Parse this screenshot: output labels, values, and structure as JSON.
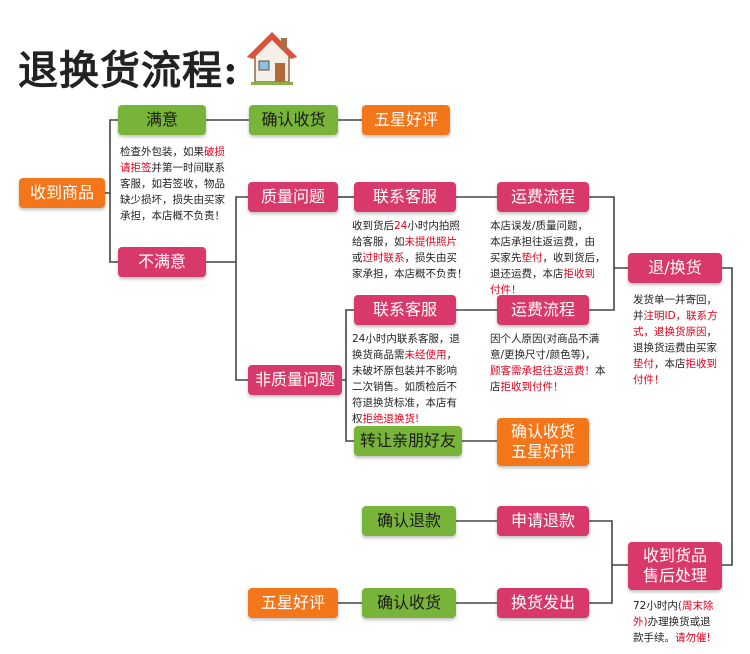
{
  "title": "退换货流程:",
  "colors": {
    "green": "#79b43a",
    "orange": "#f3761b",
    "red": "#d8386a",
    "line": "#444444",
    "highlight": "#e0001b"
  },
  "icons": {
    "title_icon": "house-icon"
  },
  "boxes": {
    "received": "收到商品",
    "satisfied": "满意",
    "unsatisfied": "不满意",
    "confirm_receipt_top": "确认收货",
    "five_star_top": "五星好评",
    "quality_issue": "质量问题",
    "contact_cs_1": "联系客服",
    "shipping_flow_1": "运费流程",
    "non_quality_issue": "非质量问题",
    "contact_cs_2": "联系客服",
    "shipping_flow_2": "运费流程",
    "transfer_friends": "转让亲朋好友",
    "confirm_five_star_line1": "确认收货",
    "confirm_five_star_line2": "五星好评",
    "return_exchange": "退/换货",
    "received_after_sale_line1": "收到货品",
    "received_after_sale_line2": "售后处理",
    "confirm_refund": "确认退款",
    "apply_refund": "申请退款",
    "five_star_bottom": "五星好评",
    "confirm_receipt_bottom": "确认收货",
    "exchange_shipped": "换货发出"
  },
  "notes": {
    "inspect": [
      {
        "t": "检查外包装，如果"
      },
      {
        "t": "破损",
        "h": true
      },
      {
        "t": "\n"
      },
      {
        "t": "请拒签",
        "h": true
      },
      {
        "t": "并第一时间联系\n客服，如若签收，物品\n缺少损坏，损失由买家\n承担，本店概不负责！"
      }
    ],
    "quality_cs": [
      {
        "t": "收到货后"
      },
      {
        "t": "24",
        "h": true
      },
      {
        "t": "小时内拍照\n给客服，如"
      },
      {
        "t": "未提供照片",
        "h": true
      },
      {
        "t": "\n或"
      },
      {
        "t": "过时联系",
        "h": true
      },
      {
        "t": "，损失由买\n家承担，本店概不负责！"
      }
    ],
    "quality_ship": [
      {
        "t": "本店误发/质量问题，\n本店承担往返运费，由\n买家先"
      },
      {
        "t": "垫付",
        "h": true
      },
      {
        "t": "，收到货后，\n退还运费，本店"
      },
      {
        "t": "拒收到\n付件！",
        "h": true
      }
    ],
    "nonquality_cs": [
      {
        "t": "24小时内联系客服，退\n换货商品需"
      },
      {
        "t": "未经使用",
        "h": true
      },
      {
        "t": "，\n未破坏原包装并不影响\n二次销售。如质检后不\n符退换货标准，本店有\n权"
      },
      {
        "t": "拒绝退换货!",
        "h": true
      }
    ],
    "nonquality_ship": [
      {
        "t": "因个人原因(对商品不满\n意/更换尺寸/颜色等)，\n"
      },
      {
        "t": "顾客需承担往返运费！",
        "h": true
      },
      {
        "t": "本\n店"
      },
      {
        "t": "拒收到付件！",
        "h": true
      }
    ],
    "return_note": [
      {
        "t": "发货单一并寄回，\n并"
      },
      {
        "t": "注明ID，联系方\n式，退换货原因",
        "h": true
      },
      {
        "t": "，\n退换货运费由买家\n"
      },
      {
        "t": "垫付",
        "h": true
      },
      {
        "t": "，本店"
      },
      {
        "t": "拒收到\n付件！",
        "h": true
      }
    ],
    "after_sale_note": [
      {
        "t": "72小时内"
      },
      {
        "t": "(周末除\n外)",
        "h": true
      },
      {
        "t": "办理换货或退\n款手续。"
      },
      {
        "t": "请勿催!",
        "h": true
      }
    ]
  }
}
